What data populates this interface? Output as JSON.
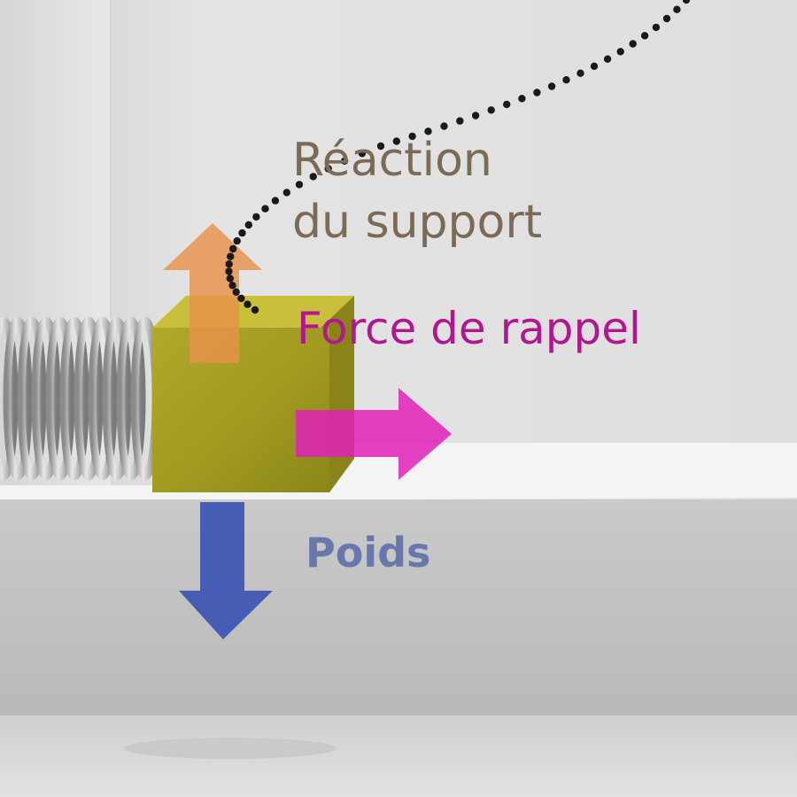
{
  "labels": {
    "reaction_line1": "Réaction",
    "reaction_line2": "du support",
    "force_rappel": "Force de rappel",
    "poids": "Poids"
  },
  "colors": {
    "reaction": "#7b6a55",
    "rappel": "#b01890",
    "poids": "#5a6aa8",
    "arrow_reaction": "#e8914a",
    "arrow_rappel": "#e020b8",
    "arrow_poids": "#3c54b4",
    "block": "#a09a22",
    "spring": "#c8c8c8",
    "dots": "#1a1a1a"
  }
}
